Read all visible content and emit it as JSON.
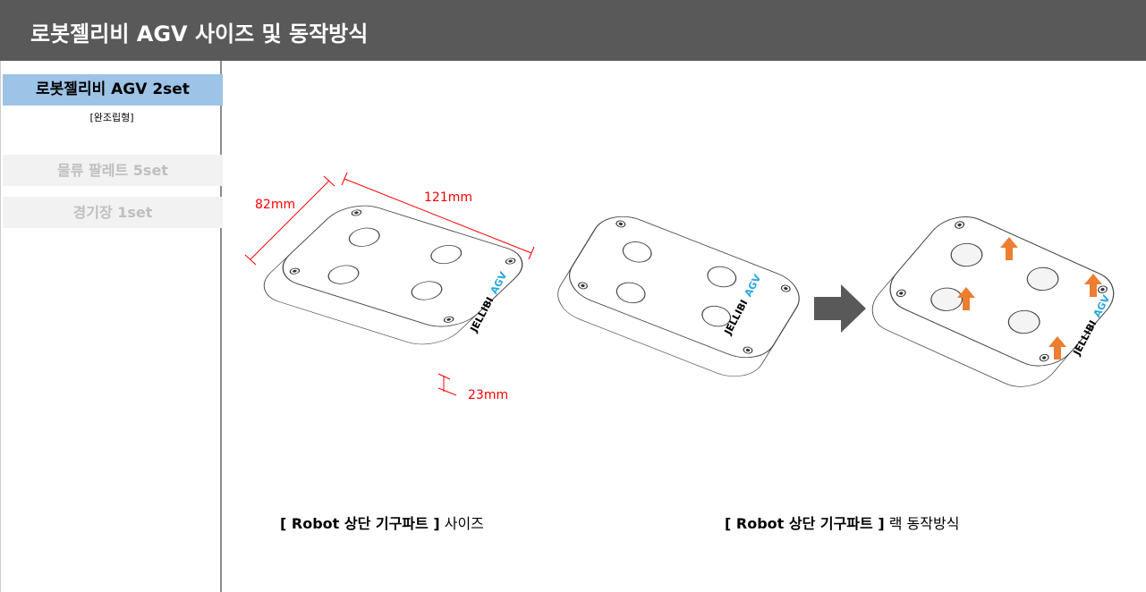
{
  "header": {
    "title": "로봇젤리비 AGV 사이즈 및 동작방식"
  },
  "sidebar": {
    "items": [
      {
        "label": "로봇젤리비 AGV 2set",
        "sub": "[완조립형]"
      },
      {
        "label": "물류 팔레트 5set"
      },
      {
        "label": "경기장 1set"
      }
    ]
  },
  "dims": {
    "width": "82mm",
    "length": "121mm",
    "height": "23mm"
  },
  "brand": {
    "name": "JELLIBI",
    "suffix": "AGV"
  },
  "captions": [
    {
      "bold": "[ Robot 상단 기구파트 ]",
      "rest": " 사이즈"
    },
    {
      "bold": "[ Robot 상단 기구파트 ]",
      "rest": " 랙 동작방식"
    }
  ],
  "colors": {
    "accent": "#ed7d31",
    "dim": "#ff0000",
    "brand": "#29a8e0"
  }
}
